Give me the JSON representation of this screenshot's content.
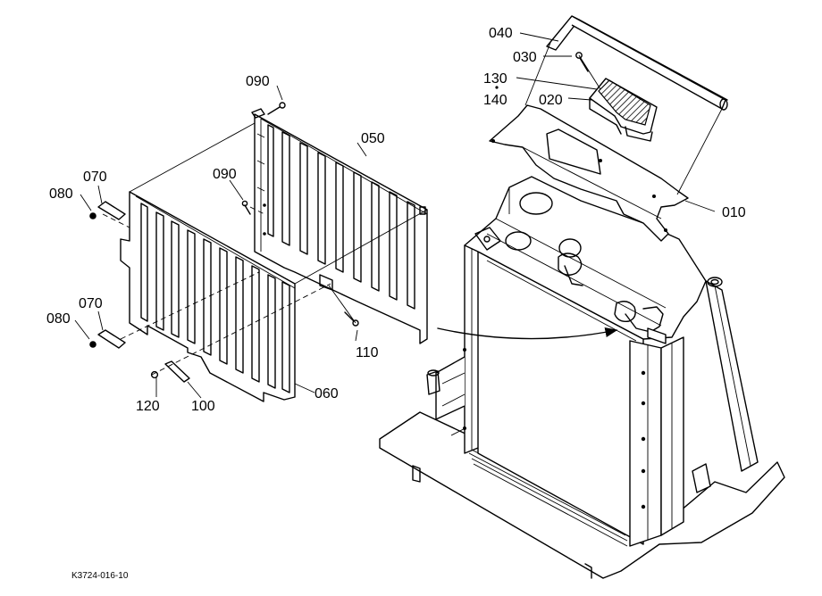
{
  "diagram": {
    "drawing_code": "K3724-016-10",
    "callouts": {
      "c010": "010",
      "c020": "020",
      "c030": "030",
      "c040": "040",
      "c050": "050",
      "c060": "060",
      "c070a": "070",
      "c070b": "070",
      "c080a": "080",
      "c080b": "080",
      "c090a": "090",
      "c090b": "090",
      "c100": "100",
      "c110": "110",
      "c120": "120",
      "c130": "130",
      "c140": "140"
    }
  }
}
